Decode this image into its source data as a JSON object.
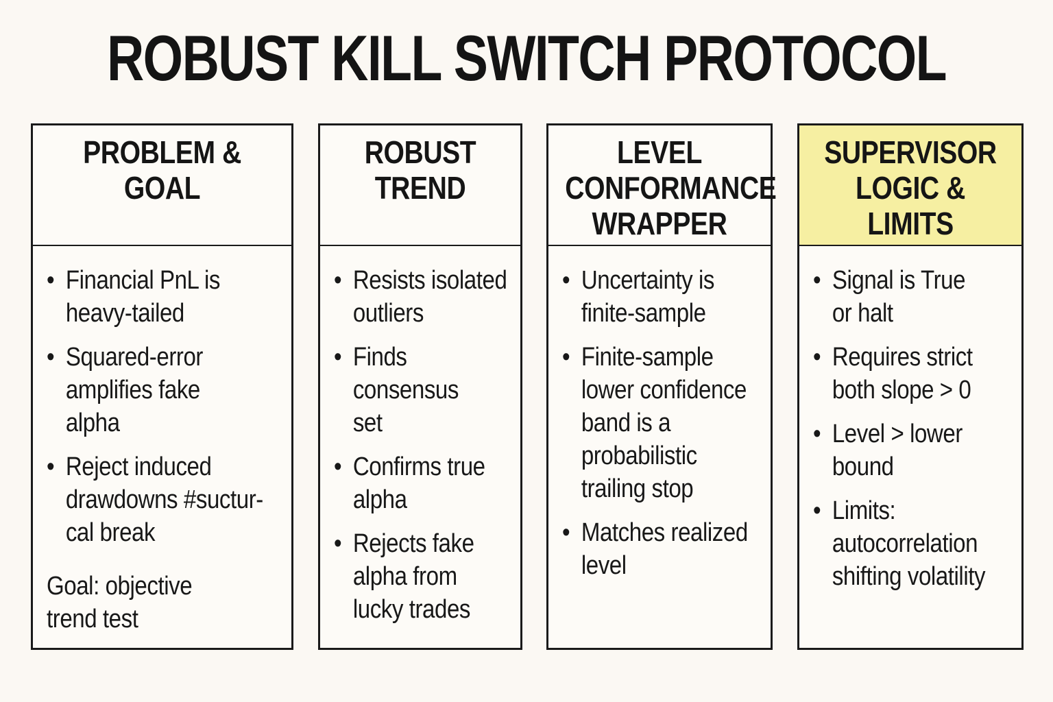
{
  "title": "ROBUST KILL SWITCH PROTOCOL",
  "colors": {
    "background": "#FBF8F3",
    "border": "#1A1A1A",
    "text": "#181818",
    "highlight_header_bg": "#F6EFA2"
  },
  "columns": [
    {
      "header": "PROBLEM &\nGOAL",
      "highlighted": false,
      "bullets": [
        "Financial PnL is\nheavy-tailed",
        "Squared-error\namplifies fake\nalpha",
        "Reject induced\ndrawdowns #suctur-\ncal break"
      ],
      "footer": "Goal: objective\ntrend test"
    },
    {
      "header": "ROBUST\nTREND",
      "highlighted": false,
      "bullets": [
        "Resists isolated\noutliers",
        "Finds consensus\nset",
        "Confirms true\nalpha",
        "Rejects fake\nalpha from\nlucky trades"
      ],
      "footer": ""
    },
    {
      "header": "LEVEL\nCONFORMANCE\nWRAPPER",
      "highlighted": false,
      "bullets": [
        "Uncertainty is\nfinite-sample",
        "Finite-sample\nlower confidence\nband is a\nprobabilistic\ntrailing stop",
        "Matches realized\nlevel"
      ],
      "footer": ""
    },
    {
      "header": "SUPERVISOR\nLOGIC &\nLIMITS",
      "highlighted": true,
      "bullets": [
        "Signal is True\nor halt",
        "Requires strict\nboth slope > 0",
        "Level > lower\nbound",
        "Limits:\nautocorrelation\nshifting volatility"
      ],
      "footer": ""
    }
  ]
}
